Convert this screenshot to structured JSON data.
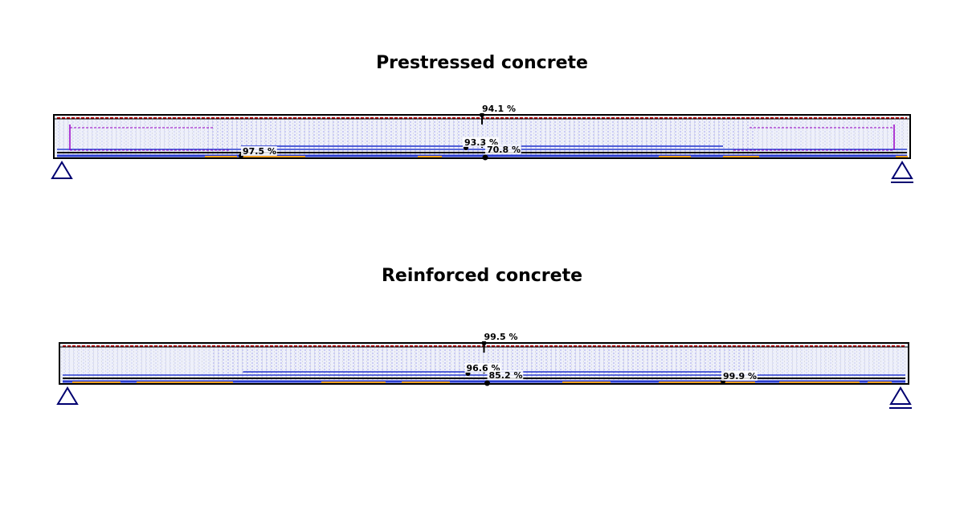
{
  "colors": {
    "outline": "#000000",
    "compression_rebar": "#c00000",
    "tension_rebar": "#2a3cd0",
    "stirrups": "#6a6ae0",
    "tendon": "#9a00c8",
    "concrete_utilization": "#f0a020",
    "support": "#000070",
    "light_fill": "#d8dcf4"
  },
  "panels": [
    {
      "title": "Prestressed concrete",
      "labels": {
        "top": "94.1 %",
        "mid": "93.3 %",
        "bottom_center": "70.8 %",
        "bottom_left": "97.5 %"
      }
    },
    {
      "title": "Reinforced concrete",
      "labels": {
        "top": "99.5 %",
        "mid": "96.6 %",
        "bottom_center": "85.2 %",
        "bottom_right": "99.9 %"
      }
    }
  ]
}
